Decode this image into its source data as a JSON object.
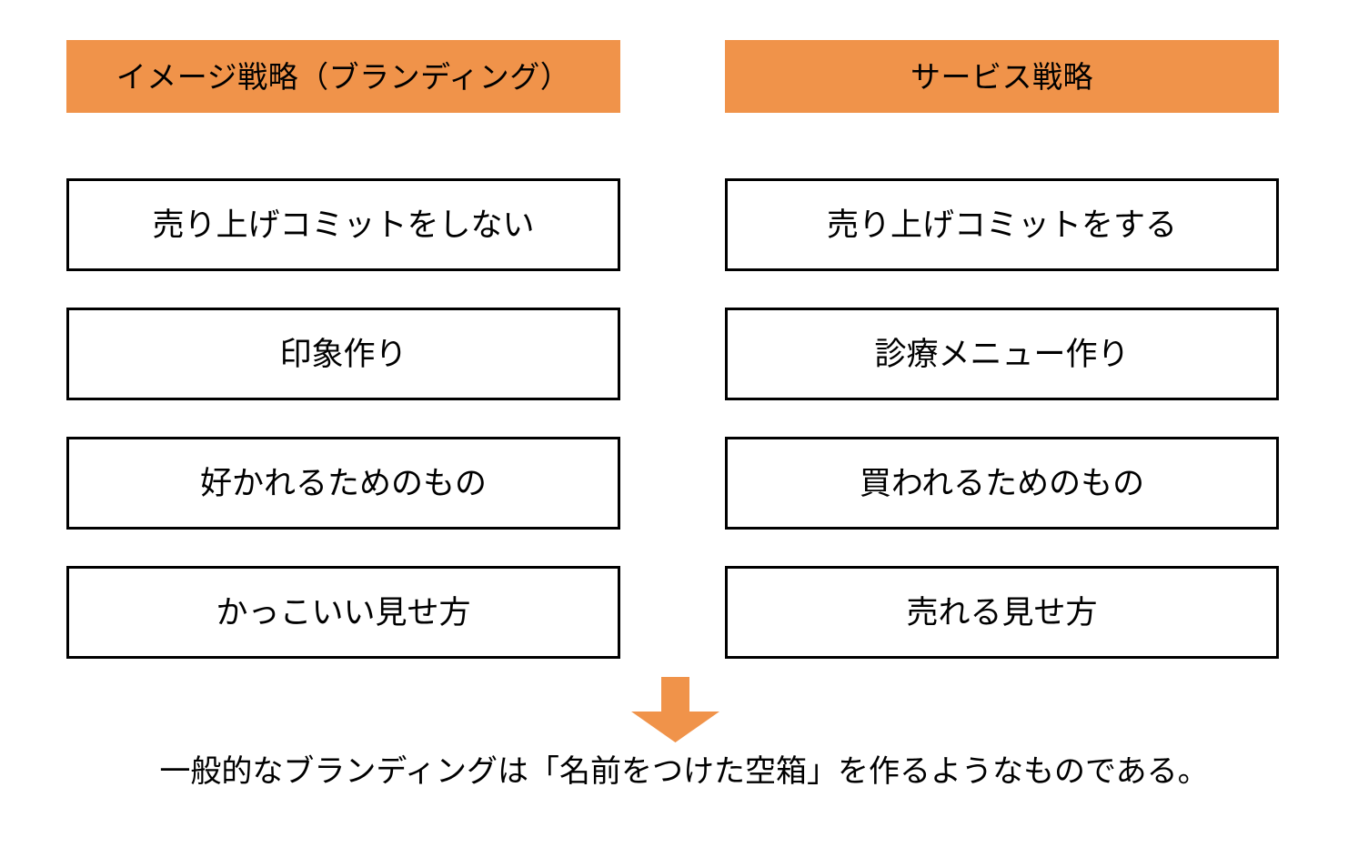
{
  "theme": {
    "accent_color": "#F0934A",
    "border_color": "#000000",
    "text_color": "#000000",
    "background_color": "#FFFFFF"
  },
  "columns": [
    {
      "header": "イメージ戦略（ブランディング）",
      "items": [
        {
          "label": "売り上げコミットをしない"
        },
        {
          "label": "印象作り"
        },
        {
          "label": "好かれるためのもの"
        },
        {
          "label": "かっこいい見せ方"
        }
      ]
    },
    {
      "header": "サービス戦略",
      "items": [
        {
          "label": "売り上げコミットをする"
        },
        {
          "label": "診療メニュー作り"
        },
        {
          "label": "買われるためのもの"
        },
        {
          "label": "売れる見せ方"
        }
      ]
    }
  ],
  "arrow": {
    "icon": "arrow-down-icon",
    "color": "#F0934A"
  },
  "caption": {
    "text": "一般的なブランディングは「名前をつけた空箱」を作るようなものである。"
  }
}
